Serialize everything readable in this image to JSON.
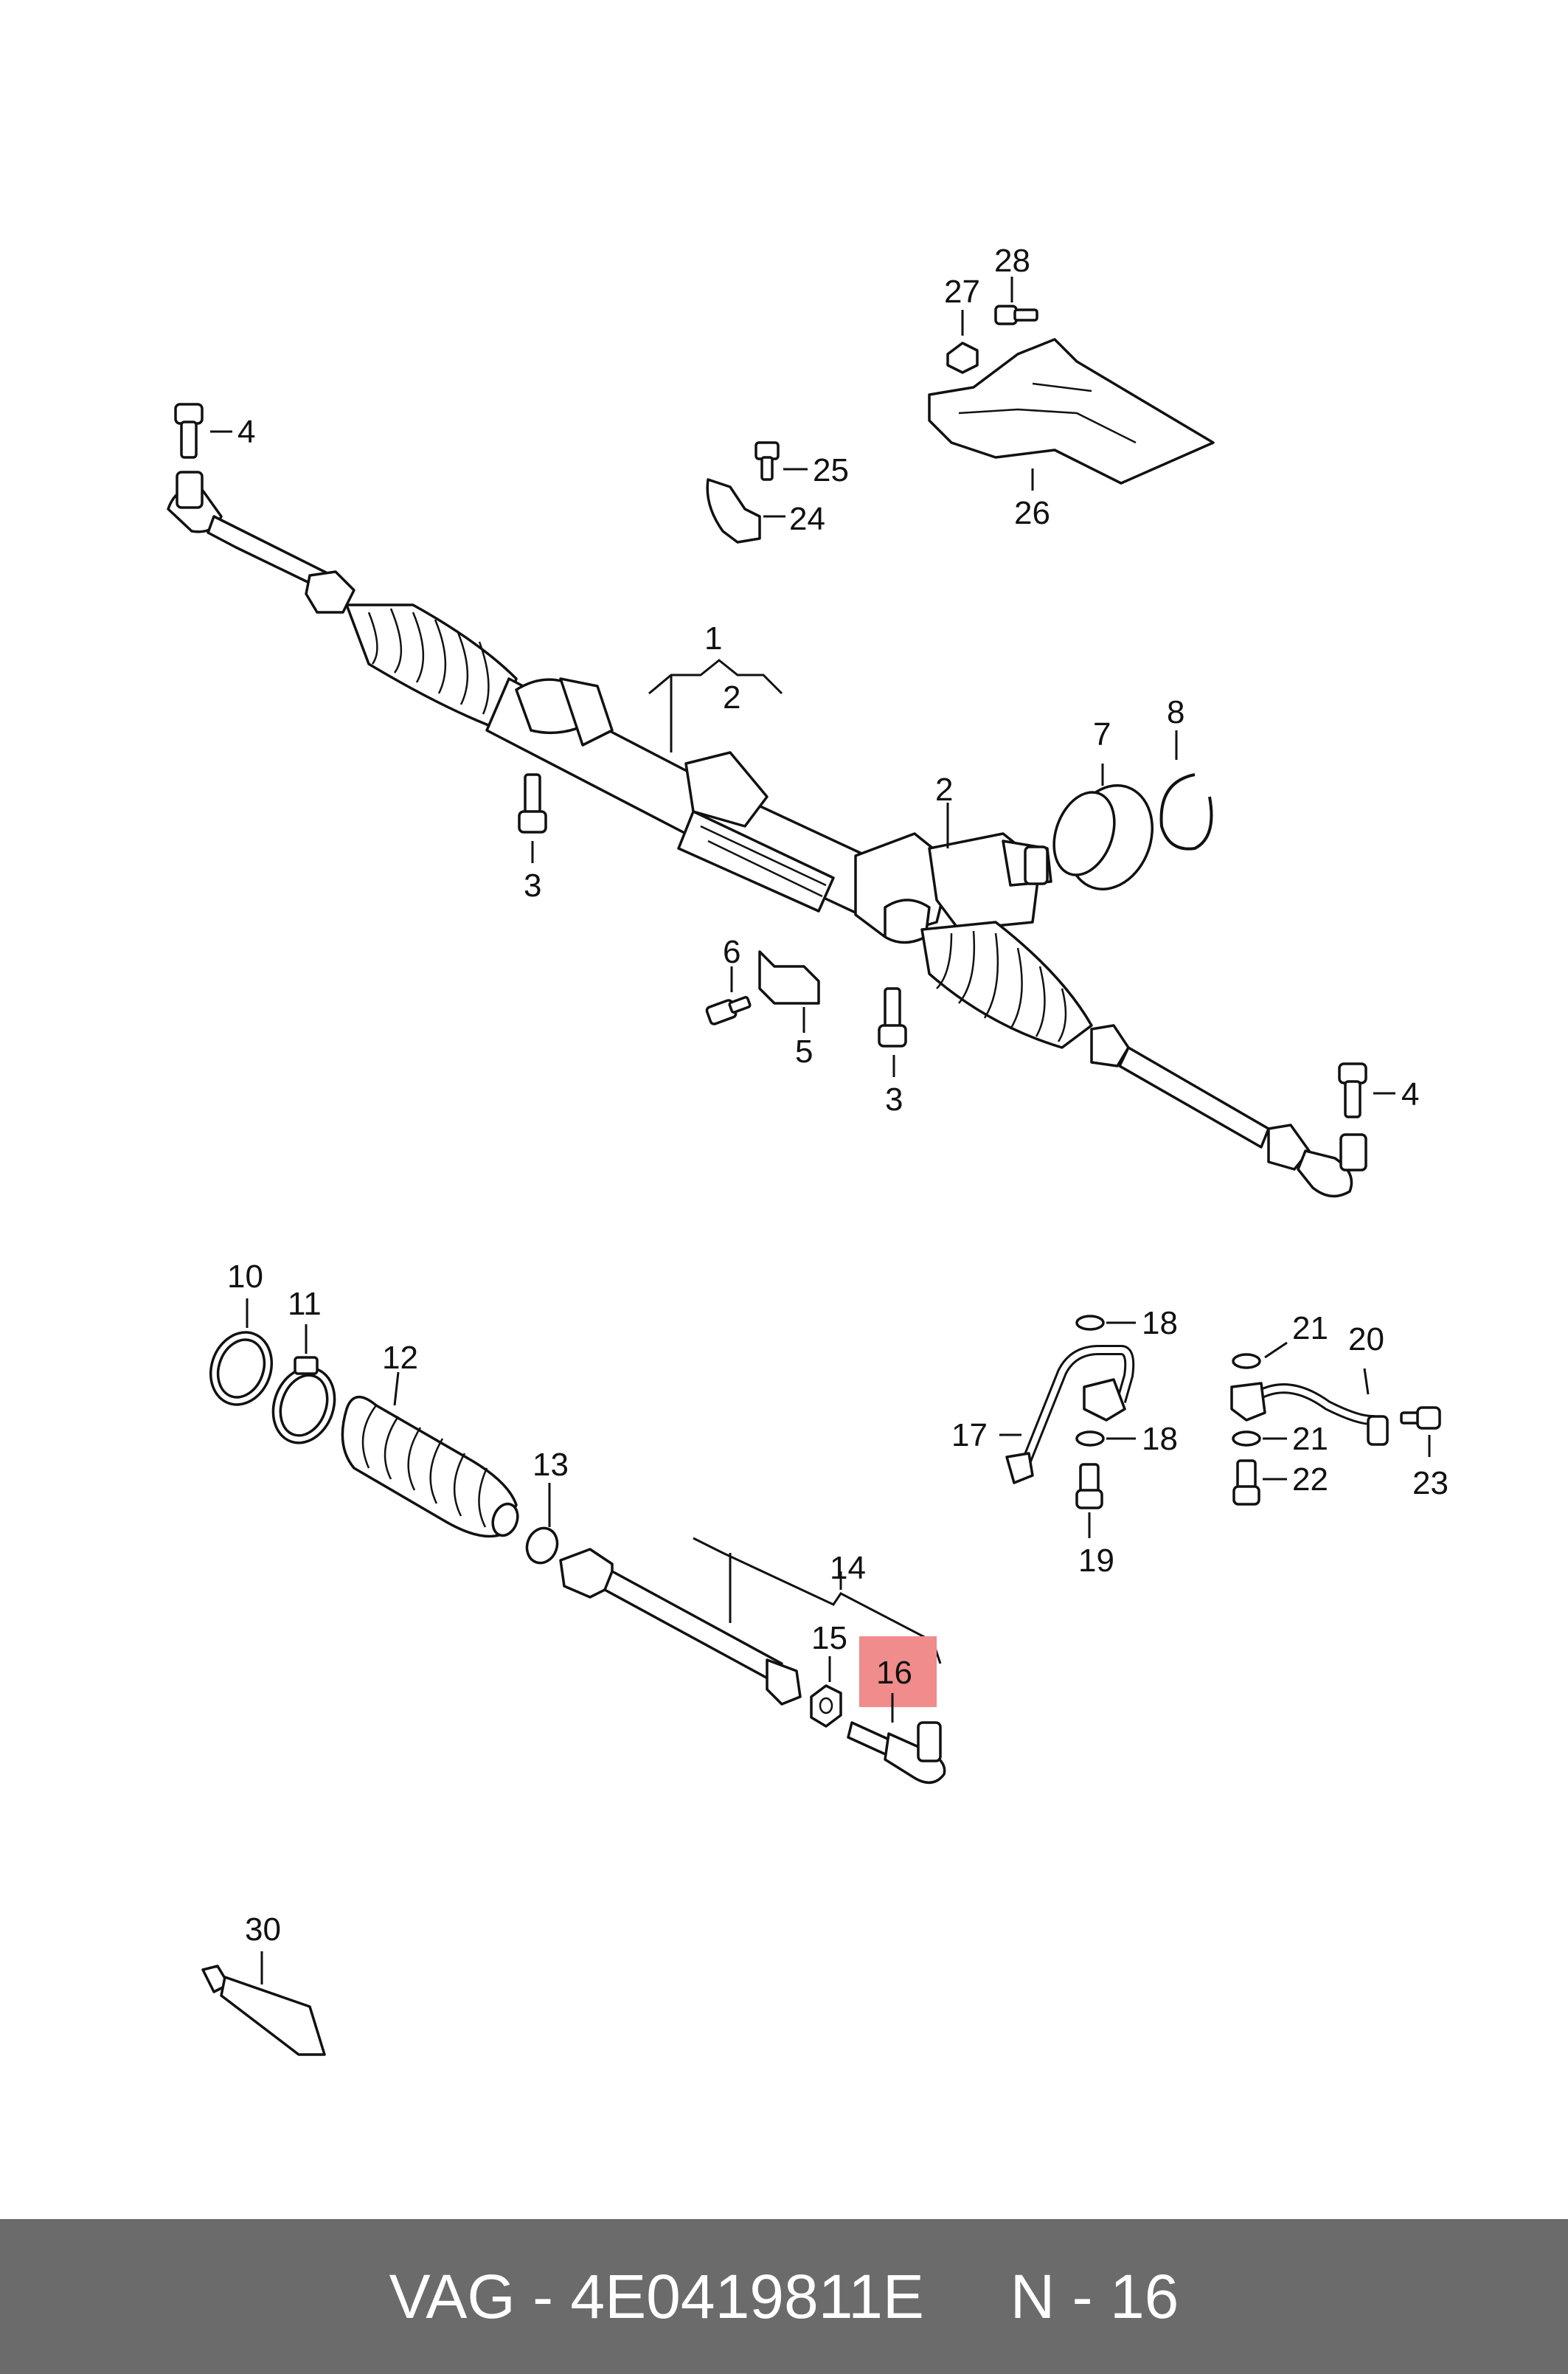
{
  "diagram": {
    "callouts": {
      "c1": "1",
      "c2a": "2",
      "c2b": "2",
      "c3a": "3",
      "c3b": "3",
      "c4a": "4",
      "c4b": "4",
      "c5": "5",
      "c6": "6",
      "c7": "7",
      "c8": "8",
      "c10": "10",
      "c11": "11",
      "c12": "12",
      "c13": "13",
      "c14": "14",
      "c15": "15",
      "c16": "16",
      "c17": "17",
      "c18a": "18",
      "c18b": "18",
      "c19": "19",
      "c20": "20",
      "c21a": "21",
      "c21b": "21",
      "c22": "22",
      "c23": "23",
      "c24": "24",
      "c25": "25",
      "c26": "26",
      "c27": "27",
      "c28": "28",
      "c30": "30"
    },
    "highlight_color": "#f08c8c"
  },
  "footer": {
    "text": "VAG - 4E0419811E     N - 16",
    "background": "#6b6b6b"
  }
}
